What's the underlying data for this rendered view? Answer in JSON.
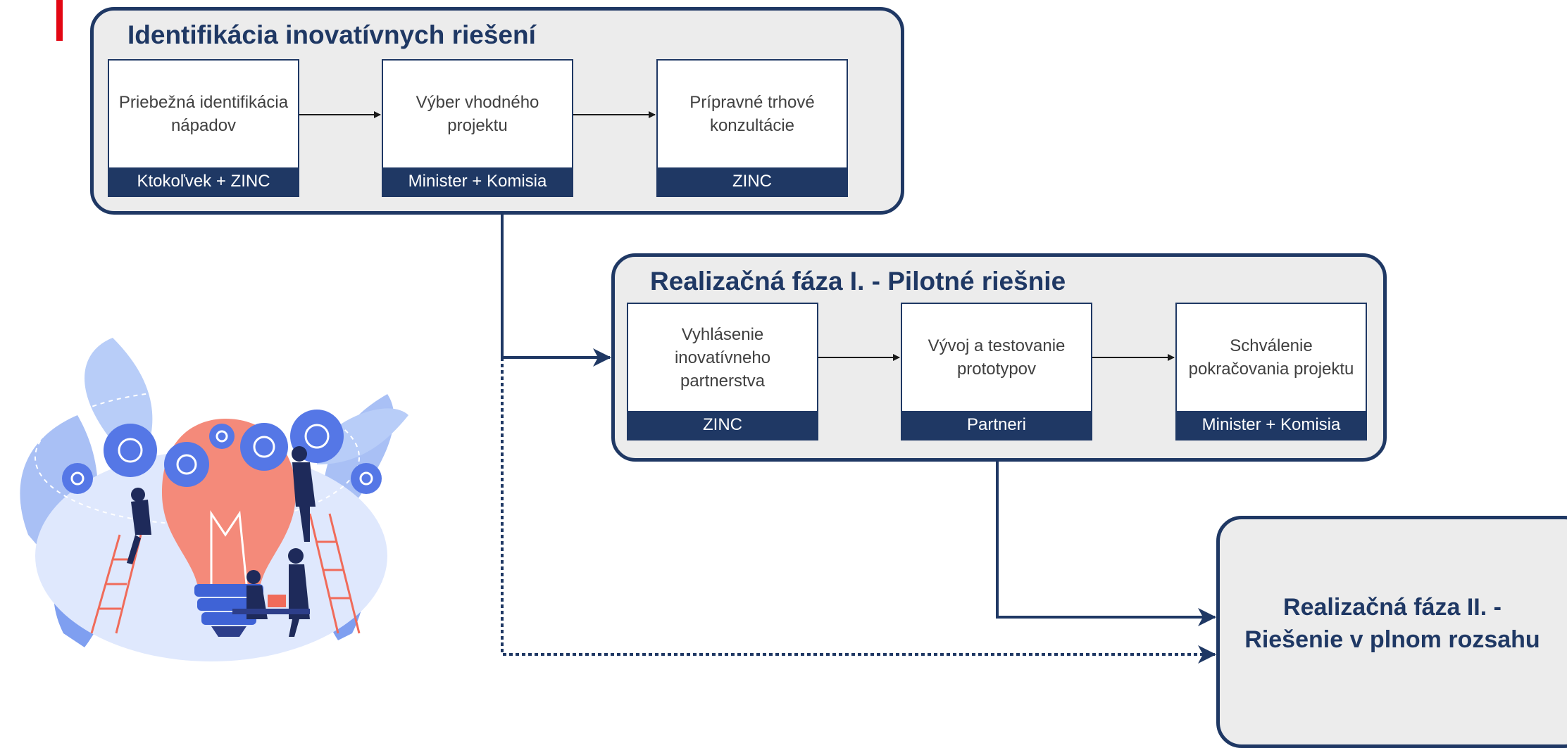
{
  "phases": [
    {
      "title": "Identifikácia inovatívnych riešení",
      "steps": [
        {
          "text": "Priebežná identifikácia nápadov",
          "actor": "Ktokoľvek + ZINC"
        },
        {
          "text": "Výber vhodného projektu",
          "actor": "Minister + Komisia"
        },
        {
          "text": "Prípravné trhové konzultácie",
          "actor": "ZINC"
        }
      ]
    },
    {
      "title": "Realizačná fáza I. - Pilotné riešnie",
      "steps": [
        {
          "text": "Vyhlásenie inovatívneho partnerstva",
          "actor": "ZINC"
        },
        {
          "text": "Vývoj a testovanie prototypov",
          "actor": "Partneri"
        },
        {
          "text": "Schválenie pokračovania projektu",
          "actor": "Minister + Komisia"
        }
      ]
    }
  ],
  "final_phase": {
    "title_line1": "Realizačná fáza II. -",
    "title_line2": "Riešenie v plnom rozsahu"
  },
  "colors": {
    "navy": "#1f3864",
    "box_fill": "#ececec",
    "accent_red": "#e30613"
  }
}
